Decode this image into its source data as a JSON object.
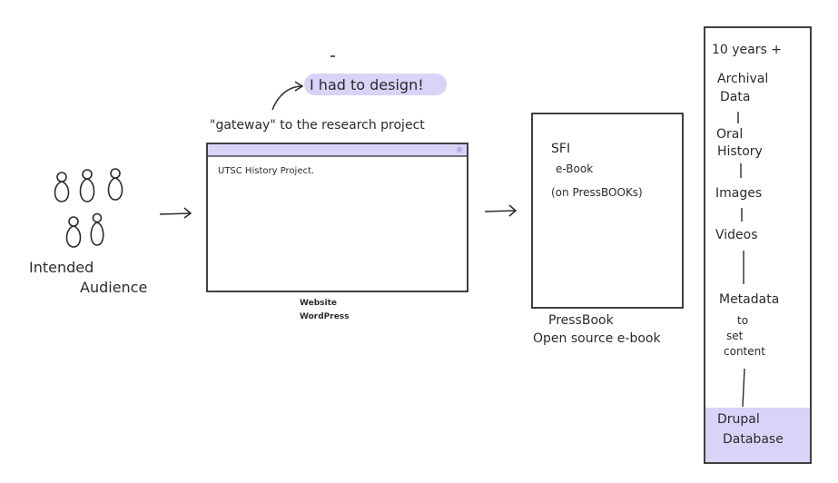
{
  "audience": {
    "label_line1": "Intended",
    "label_line2": "Audience"
  },
  "annotation": {
    "callout": "I had to design!",
    "gateway": "\"gateway\" to the research project"
  },
  "website": {
    "content_title": "UTSC History Project.",
    "caption_line1": "Website",
    "caption_line2": "WordPress"
  },
  "ebook": {
    "line1": "SFI",
    "line2": "e-Book",
    "line3": "(on PressBOOKs)",
    "caption_line1": "PressBook",
    "caption_line2": "Open source e-book"
  },
  "database_column": {
    "items": [
      "10 years +",
      "Archival",
      "Data",
      "Oral",
      "History",
      "Images",
      "Videos",
      "Metadata",
      "to",
      "set",
      "content"
    ],
    "footer_line1": "Drupal",
    "footer_line2": "Database"
  },
  "colors": {
    "highlight": "#d9d3f7",
    "stroke": "#2b2b2b"
  }
}
